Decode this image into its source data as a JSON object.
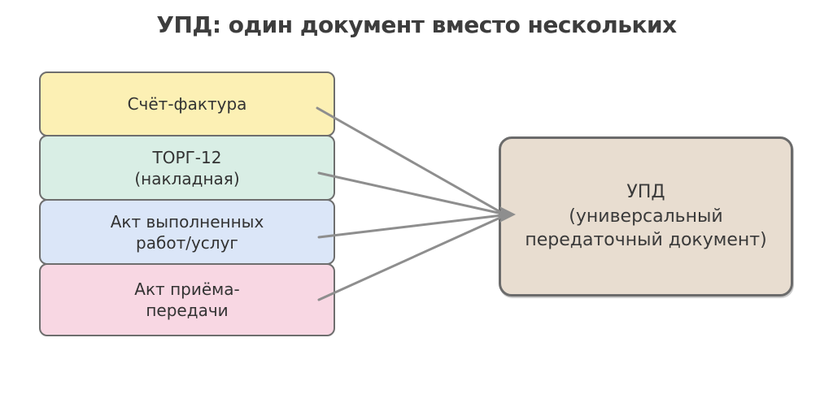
{
  "title": "УПД: один документ вместо нескольких",
  "colors": {
    "background": "#ffffff",
    "title_text": "#3d3d3d",
    "box_text": "#333333",
    "box_border": "#6e6e6e",
    "target_border": "#6b6b6b",
    "arrow": "#8e8e8e"
  },
  "source_documents": [
    {
      "label": "Счёт-фактура",
      "color": "#fcf0b4"
    },
    {
      "label": "ТОРГ-12\n(накладная)",
      "color": "#d9eee5"
    },
    {
      "label": "Акт выполненных\nработ/услуг",
      "color": "#dbe6f8"
    },
    {
      "label": "Акт приёма-\nпередачи",
      "color": "#f8d7e3"
    }
  ],
  "target_document": {
    "label": "УПД\n(универсальный\nпередаточный документ)",
    "color": "#e8ddd0"
  }
}
